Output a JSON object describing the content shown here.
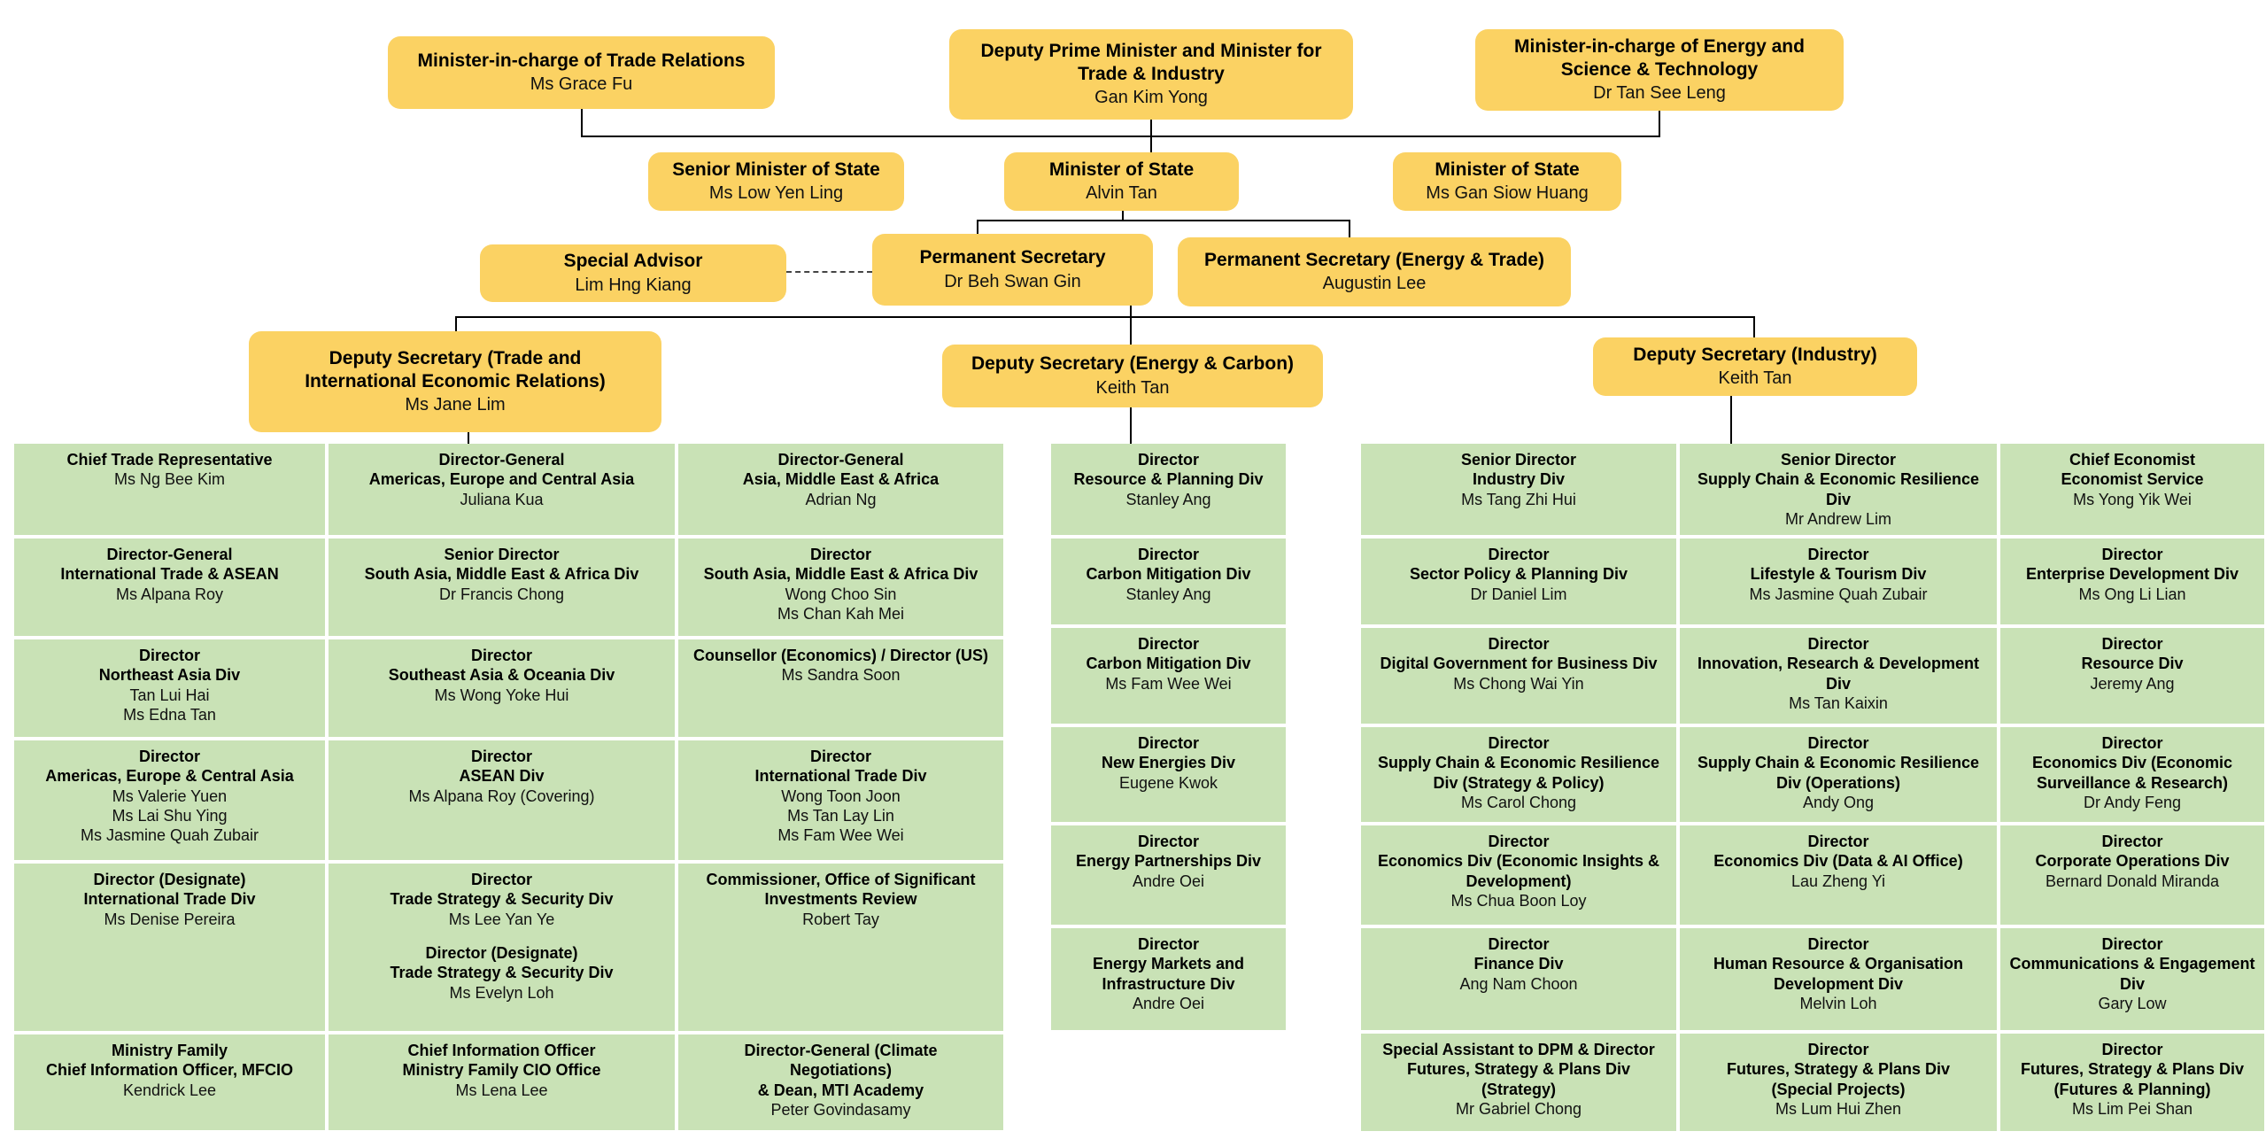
{
  "title": "Ministry of Trade and Industry organisation chart",
  "colors": {
    "box_yellow": "#FBD263",
    "cell_green": "#C9E2B6",
    "line_black": "#000000",
    "background": "#FFFFFF"
  },
  "boxes": {
    "minister_trade": {
      "title": "Minister-in-charge of Trade Relations",
      "name": "Ms Grace Fu"
    },
    "dpm": {
      "title": "Deputy Prime Minister and Minister for\nTrade & Industry",
      "name": "Gan Kim Yong"
    },
    "minister_energy": {
      "title": "Minister-in-charge of Energy and\nScience & Technology",
      "name": "Dr Tan See Leng"
    },
    "senior_minister_state": {
      "title": "Senior Minister of State",
      "name": "Ms Low Yen Ling"
    },
    "minister_state_1": {
      "title": "Minister of State",
      "name": "Alvin Tan"
    },
    "minister_state_2": {
      "title": "Minister of State",
      "name": "Ms Gan Siow Huang"
    },
    "special_advisor": {
      "title": "Special Advisor",
      "name": "Lim Hng Kiang"
    },
    "perm_sec": {
      "title": "Permanent Secretary",
      "name": "Dr Beh Swan Gin"
    },
    "perm_sec_energy": {
      "title": "Permanent Secretary (Energy & Trade)",
      "name": "Augustin Lee"
    },
    "dep_sec_trade": {
      "title": "Deputy Secretary (Trade and\nInternational Economic Relations)",
      "name": "Ms Jane Lim"
    },
    "dep_sec_energy": {
      "title": "Deputy Secretary (Energy & Carbon)",
      "name": "Keith Tan"
    },
    "dep_sec_industry": {
      "title": "Deputy Secretary (Industry)",
      "name": "Keith Tan"
    }
  },
  "blocks": {
    "trade": {
      "columns": [
        {
          "cells": [
            {
              "title": "Chief Trade Representative",
              "names": "Ms Ng Bee Kim"
            },
            {
              "title": "Director-General\nInternational Trade & ASEAN",
              "names": "Ms Alpana Roy"
            },
            {
              "title": "Director\nNortheast Asia Div",
              "names": "Tan Lui Hai\nMs Edna Tan"
            },
            {
              "title": "Director\nAmericas, Europe & Central Asia",
              "names": "Ms Valerie Yuen\nMs Lai Shu Ying\nMs Jasmine Quah Zubair"
            },
            {
              "title": "Director (Designate)\nInternational Trade Div",
              "names": "Ms Denise Pereira"
            },
            {
              "title": "Ministry Family\nChief Information Officer, MFCIO",
              "names": "Kendrick Lee"
            }
          ]
        },
        {
          "cells": [
            {
              "title": "Director-General\nAmericas, Europe and Central Asia",
              "names": "Juliana Kua"
            },
            {
              "title": "Senior Director\nSouth Asia, Middle East & Africa Div",
              "names": "Dr Francis Chong"
            },
            {
              "title": "Director\nSoutheast Asia & Oceania Div",
              "names": "Ms Wong Yoke Hui"
            },
            {
              "title": "Director\nASEAN Div",
              "names": "Ms Alpana Roy (Covering)"
            },
            {
              "title": "Director\nTrade Strategy & Security Div",
              "names": "Ms Lee Yan Ye",
              "title2": "Director (Designate)\nTrade Strategy & Security Div",
              "names2": "Ms Evelyn Loh"
            },
            {
              "title": "Chief Information Officer\nMinistry Family CIO Office",
              "names": "Ms Lena Lee"
            }
          ]
        },
        {
          "cells": [
            {
              "title": "Director-General\nAsia, Middle East & Africa",
              "names": "Adrian Ng"
            },
            {
              "title": "Director\nSouth Asia, Middle East & Africa Div",
              "names": "Wong Choo Sin\nMs Chan Kah Mei"
            },
            {
              "title": "Counsellor (Economics) / Director (US)",
              "names": "Ms Sandra Soon"
            },
            {
              "title": "Director\nInternational Trade Div",
              "names": "Wong Toon Joon\nMs Tan Lay Lin\nMs Fam Wee Wei"
            },
            {
              "title": "Commissioner, Office of Significant\nInvestments Review",
              "names": "Robert Tay"
            },
            {
              "title": "Director-General (Climate\nNegotiations)\n& Dean, MTI Academy",
              "names": "Peter Govindasamy"
            }
          ]
        }
      ]
    },
    "energy": {
      "cells": [
        {
          "title": "Director\nResource & Planning Div",
          "names": "Stanley Ang"
        },
        {
          "title": "Director\nCarbon Mitigation Div",
          "names": "Stanley Ang"
        },
        {
          "title": "Director\nCarbon Mitigation Div",
          "names": "Ms Fam Wee Wei"
        },
        {
          "title": "Director\nNew Energies Div",
          "names": "Eugene Kwok"
        },
        {
          "title": "Director\nEnergy Partnerships Div",
          "names": "Andre Oei"
        },
        {
          "title": "Director\nEnergy Markets and\nInfrastructure Div",
          "names": "Andre Oei"
        }
      ]
    },
    "industry": {
      "columns": [
        {
          "cells": [
            {
              "title": "Senior Director\nIndustry Div",
              "names": "Ms Tang Zhi Hui"
            },
            {
              "title": "Director\nSector Policy & Planning Div",
              "names": "Dr Daniel Lim"
            },
            {
              "title": "Director\nDigital Government for Business Div",
              "names": "Ms Chong Wai Yin"
            },
            {
              "title": "Director\nSupply Chain & Economic Resilience\nDiv (Strategy & Policy)",
              "names": "Ms Carol Chong"
            },
            {
              "title": "Director\nEconomics Div (Economic Insights &\nDevelopment)",
              "names": "Ms Chua Boon Loy"
            },
            {
              "title": "Director\nFinance Div",
              "names": "Ang Nam Choon"
            },
            {
              "title": "Special Assistant to DPM & Director\nFutures, Strategy & Plans Div\n(Strategy)",
              "names": "Mr Gabriel Chong"
            }
          ]
        },
        {
          "cells": [
            {
              "title": "Senior Director\nSupply Chain & Economic Resilience\nDiv",
              "names": "Mr Andrew Lim"
            },
            {
              "title": "Director\nLifestyle & Tourism Div",
              "names": "Ms Jasmine Quah Zubair"
            },
            {
              "title": "Director\nInnovation, Research & Development\nDiv",
              "names": "Ms Tan Kaixin"
            },
            {
              "title": "Director\nSupply Chain & Economic Resilience\nDiv (Operations)",
              "names": "Andy Ong"
            },
            {
              "title": "Director\nEconomics Div (Data & AI Office)",
              "names": "Lau Zheng Yi"
            },
            {
              "title": "Director\nHuman Resource & Organisation\nDevelopment Div",
              "names": "Melvin Loh"
            },
            {
              "title": "Director\nFutures, Strategy & Plans Div\n(Special Projects)",
              "names": "Ms Lum Hui Zhen"
            }
          ]
        },
        {
          "cells": [
            {
              "title": "Chief Economist\nEconomist Service",
              "names": "Ms Yong Yik Wei"
            },
            {
              "title": "Director\nEnterprise Development Div",
              "names": "Ms Ong Li Lian"
            },
            {
              "title": "Director\nResource Div",
              "names": "Jeremy Ang"
            },
            {
              "title": "Director\nEconomics Div (Economic\nSurveillance & Research)",
              "names": "Dr Andy Feng"
            },
            {
              "title": "Director\nCorporate Operations Div",
              "names": "Bernard Donald Miranda"
            },
            {
              "title": "Director\nCommunications & Engagement\nDiv",
              "names": "Gary Low"
            },
            {
              "title": "Director\nFutures, Strategy & Plans Div\n(Futures & Planning)",
              "names": "Ms Lim Pei Shan"
            }
          ]
        }
      ]
    }
  }
}
